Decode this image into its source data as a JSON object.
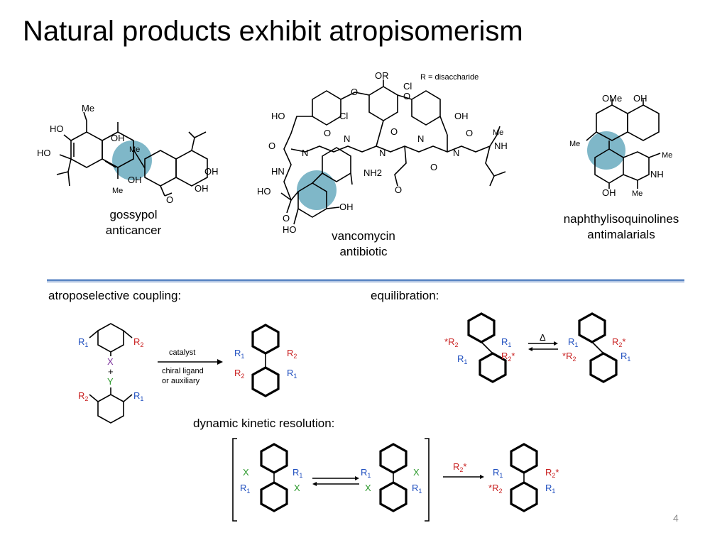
{
  "slide": {
    "title": "Natural products exhibit atropisomerism",
    "page_number": "4",
    "highlight_color": "#7fb7c8",
    "divider_color": "#5b86c4"
  },
  "molecules": {
    "gossypol": {
      "name": "gossypol",
      "activity": "anticancer",
      "atoms": [
        "HO",
        "HO",
        "OH",
        "OH",
        "OH",
        "OH",
        "Me",
        "Me"
      ]
    },
    "vancomycin": {
      "name": "vancomycin",
      "activity": "antibiotic",
      "r_note": "R = disaccharide",
      "atoms": [
        "OR",
        "Cl",
        "Cl",
        "HO",
        "OH",
        "HO",
        "OH",
        "HO",
        "HN",
        "NH2",
        "Me",
        "N",
        "H",
        "O"
      ]
    },
    "naphthylisoquinolines": {
      "name": "naphthylisoquinolines",
      "activity": "antimalarials",
      "atoms": [
        "OMe",
        "OH",
        "Me",
        "Me",
        "NH",
        "OH",
        "Me"
      ]
    }
  },
  "sections": {
    "coupling": "atroposelective coupling:",
    "equilibration": "equilibration:",
    "dkr": "dynamic kinetic resolution:"
  },
  "coupling": {
    "reagent_top": "catalyst",
    "reagent_bottom_1": "chiral ligand",
    "reagent_bottom_2": "or auxiliary",
    "plus": "+",
    "X": "X",
    "Y": "Y",
    "R1": "R",
    "R2": "R",
    "sub1": "1",
    "sub2": "2"
  },
  "equilibration": {
    "arrow_label": "Δ",
    "star": "*"
  },
  "dkr": {
    "arrow_label": "R",
    "arrow_label_sub": "2",
    "arrow_label_star": "*"
  }
}
